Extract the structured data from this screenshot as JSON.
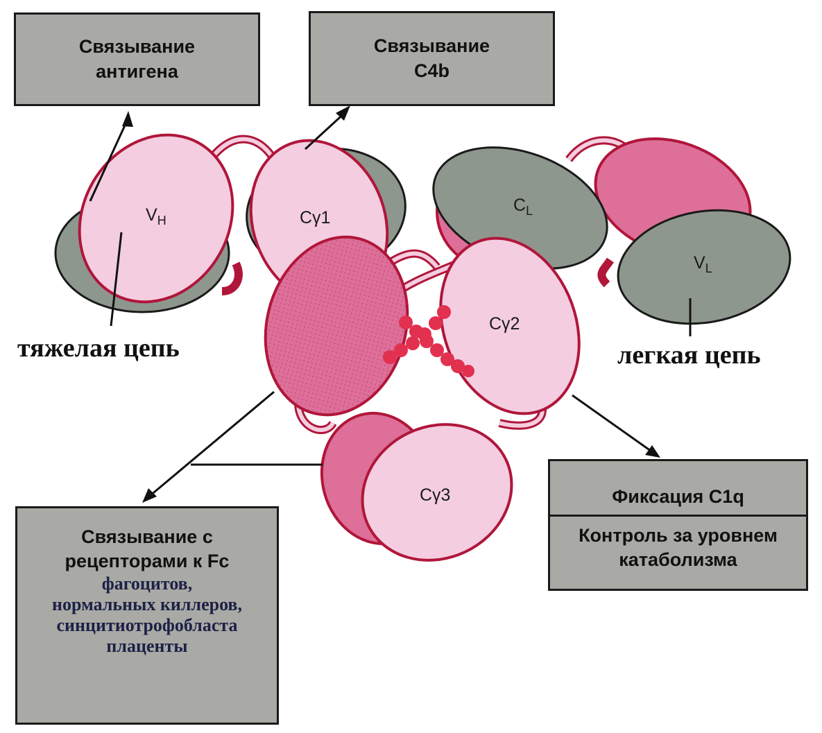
{
  "boxes": {
    "antigen": {
      "line1": "Связывание",
      "line2": "антигена"
    },
    "c4b": {
      "line1": "Связывание",
      "line2": "C4b"
    },
    "fc": {
      "line1": "Связывание с",
      "line2": "рецепторами к Fc",
      "line3": "фагоцитов,",
      "line4": "нормальных киллеров,",
      "line5": "синцитиотрофобласта",
      "line6": "плаценты"
    },
    "c1q": {
      "top": "Фиксация C1q",
      "bottom1": "Контроль за уровнем",
      "bottom2": "катаболизма"
    }
  },
  "labels": {
    "heavy_chain": "тяжелая цепь",
    "light_chain": "легкая цепь"
  },
  "domains": {
    "vh": "V",
    "vh_sub": "H",
    "cg1": "Cγ1",
    "cl": "C",
    "cl_sub": "L",
    "vl": "V",
    "vl_sub": "L",
    "cg2": "Cγ2",
    "cg3": "Cγ3"
  },
  "colors": {
    "pink_light": "#f4cde0",
    "pink_dark": "#dd6f98",
    "gray_domain": "#8e978e",
    "box_gray": "#a9aaa5",
    "disulfide_red": "#e2304f",
    "outline": "#b0163a"
  }
}
